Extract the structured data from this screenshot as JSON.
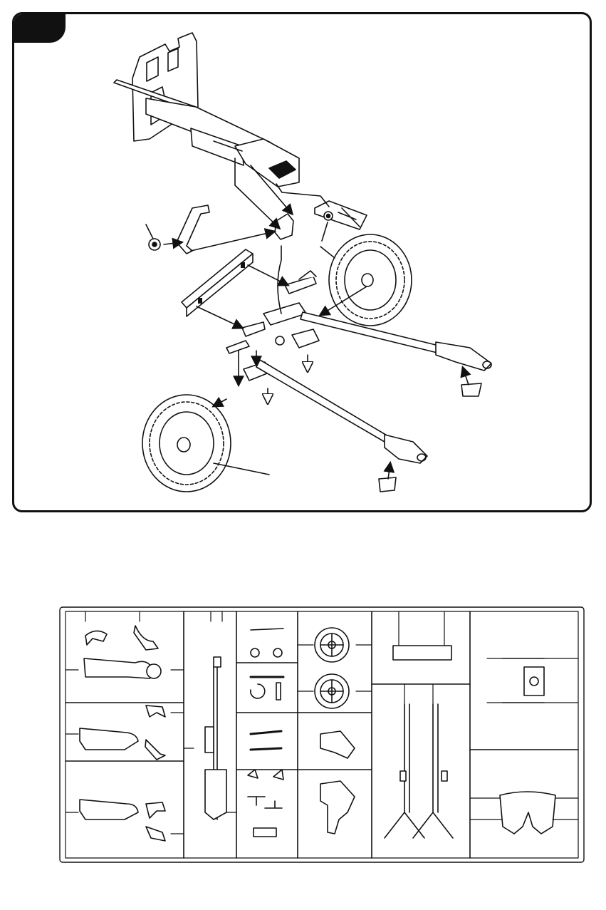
{
  "step": {
    "number": ""
  },
  "colors": {
    "ink": "#111111",
    "paper": "#ffffff",
    "tire": "#9a9a9a"
  },
  "assembly": {
    "parts": [
      "gun-shield",
      "barrel",
      "breech",
      "upper-carriage",
      "wheel",
      "wheel",
      "trail-leg",
      "trail-leg",
      "axle-beam",
      "spade",
      "spade",
      "hub-cap"
    ]
  },
  "sprue": {
    "sections": [
      "figures",
      "gun-barrel",
      "small-parts",
      "wheels",
      "trails",
      "shield-parts"
    ]
  }
}
